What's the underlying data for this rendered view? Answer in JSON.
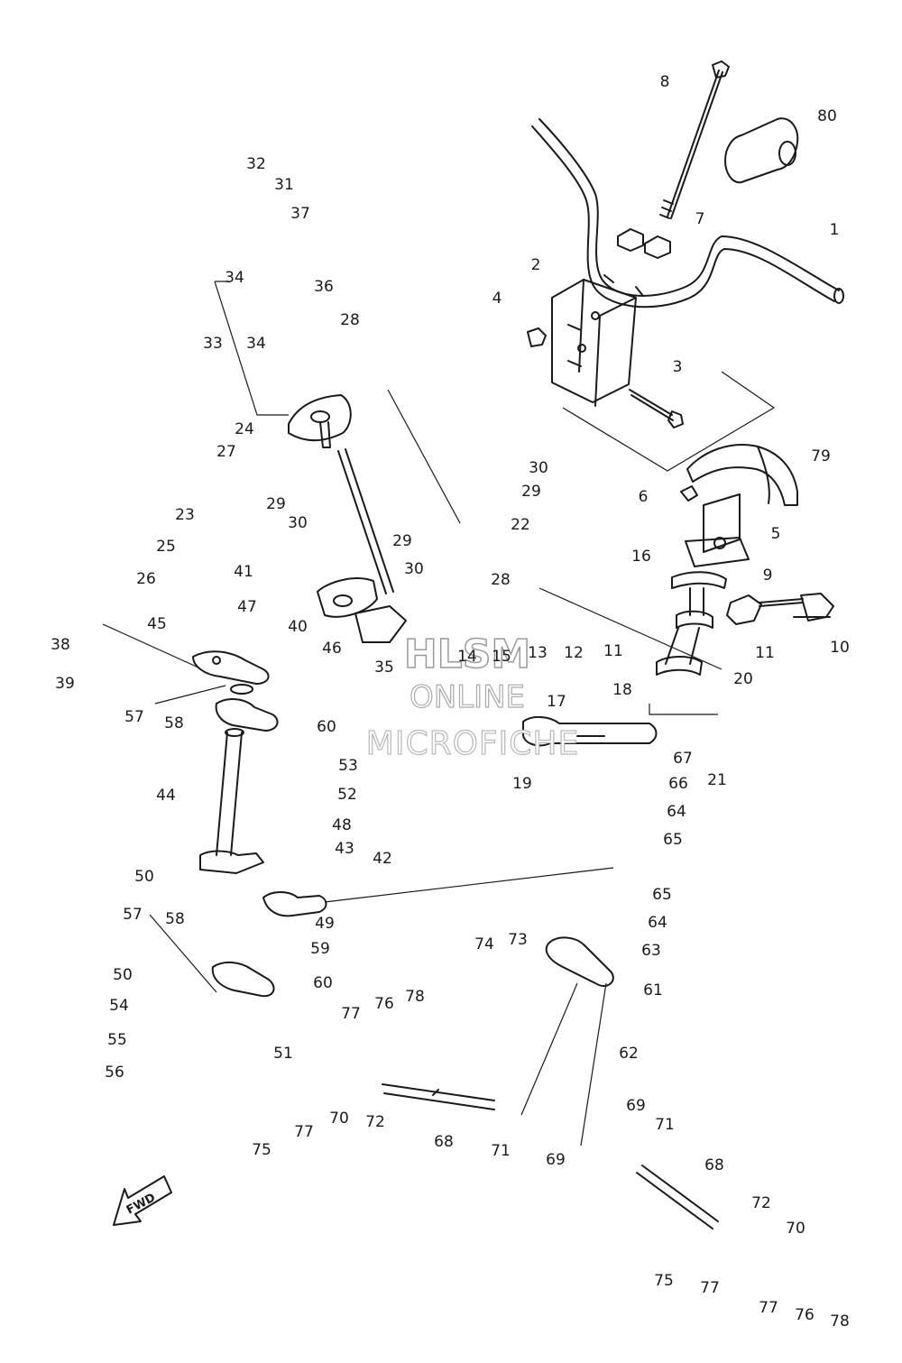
{
  "watermark": {
    "line1": "HLSM",
    "line2": "ONLINE",
    "line3": "MICROFICHE"
  },
  "direction_arrow": {
    "label": "FWD",
    "icon": "fwd-arrow-icon"
  },
  "callouts": [
    {
      "n": "1"
    },
    {
      "n": "2"
    },
    {
      "n": "3"
    },
    {
      "n": "4"
    },
    {
      "n": "5"
    },
    {
      "n": "6"
    },
    {
      "n": "7"
    },
    {
      "n": "8"
    },
    {
      "n": "9"
    },
    {
      "n": "10"
    },
    {
      "n": "11"
    },
    {
      "n": "11"
    },
    {
      "n": "12"
    },
    {
      "n": "13"
    },
    {
      "n": "14"
    },
    {
      "n": "15"
    },
    {
      "n": "16"
    },
    {
      "n": "17"
    },
    {
      "n": "18"
    },
    {
      "n": "19"
    },
    {
      "n": "20"
    },
    {
      "n": "21"
    },
    {
      "n": "22"
    },
    {
      "n": "23"
    },
    {
      "n": "24"
    },
    {
      "n": "25"
    },
    {
      "n": "26"
    },
    {
      "n": "27"
    },
    {
      "n": "28"
    },
    {
      "n": "28"
    },
    {
      "n": "29"
    },
    {
      "n": "29"
    },
    {
      "n": "29"
    },
    {
      "n": "30"
    },
    {
      "n": "30"
    },
    {
      "n": "30"
    },
    {
      "n": "31"
    },
    {
      "n": "32"
    },
    {
      "n": "33"
    },
    {
      "n": "34"
    },
    {
      "n": "34"
    },
    {
      "n": "35"
    },
    {
      "n": "36"
    },
    {
      "n": "37"
    },
    {
      "n": "38"
    },
    {
      "n": "39"
    },
    {
      "n": "40"
    },
    {
      "n": "41"
    },
    {
      "n": "42"
    },
    {
      "n": "43"
    },
    {
      "n": "44"
    },
    {
      "n": "45"
    },
    {
      "n": "46"
    },
    {
      "n": "47"
    },
    {
      "n": "48"
    },
    {
      "n": "49"
    },
    {
      "n": "50"
    },
    {
      "n": "50"
    },
    {
      "n": "51"
    },
    {
      "n": "52"
    },
    {
      "n": "53"
    },
    {
      "n": "54"
    },
    {
      "n": "55"
    },
    {
      "n": "56"
    },
    {
      "n": "57"
    },
    {
      "n": "57"
    },
    {
      "n": "58"
    },
    {
      "n": "58"
    },
    {
      "n": "59"
    },
    {
      "n": "60"
    },
    {
      "n": "60"
    },
    {
      "n": "61"
    },
    {
      "n": "62"
    },
    {
      "n": "63"
    },
    {
      "n": "64"
    },
    {
      "n": "64"
    },
    {
      "n": "65"
    },
    {
      "n": "65"
    },
    {
      "n": "66"
    },
    {
      "n": "67"
    },
    {
      "n": "68"
    },
    {
      "n": "68"
    },
    {
      "n": "69"
    },
    {
      "n": "69"
    },
    {
      "n": "70"
    },
    {
      "n": "70"
    },
    {
      "n": "71"
    },
    {
      "n": "71"
    },
    {
      "n": "72"
    },
    {
      "n": "72"
    },
    {
      "n": "73"
    },
    {
      "n": "74"
    },
    {
      "n": "75"
    },
    {
      "n": "75"
    },
    {
      "n": "76"
    },
    {
      "n": "76"
    },
    {
      "n": "77"
    },
    {
      "n": "77"
    },
    {
      "n": "77"
    },
    {
      "n": "77"
    },
    {
      "n": "78"
    },
    {
      "n": "78"
    },
    {
      "n": "79"
    },
    {
      "n": "80"
    }
  ]
}
